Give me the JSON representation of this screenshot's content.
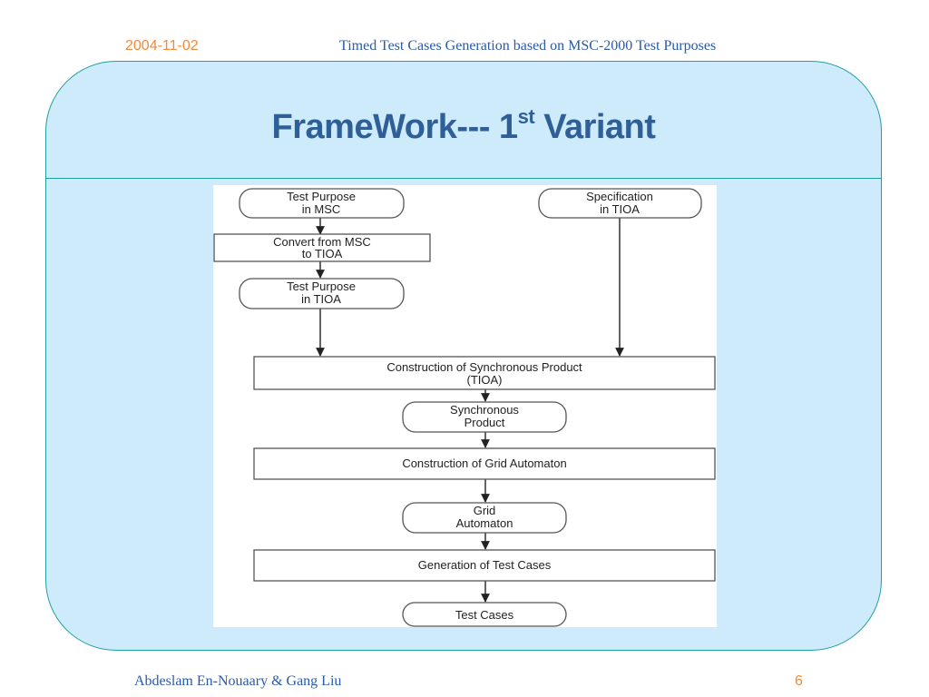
{
  "header": {
    "date": "2004-11-02",
    "talk_title": "Timed Test Cases Generation based on MSC-2000 Test Purposes"
  },
  "slide": {
    "title_main": "FrameWork--- 1",
    "title_sup": "st",
    "title_end": " Variant"
  },
  "diagram": {
    "nodes": {
      "tp_msc": {
        "line1": "Test Purpose",
        "line2": "in MSC"
      },
      "spec_tioa": {
        "line1": "Specification",
        "line2": "in TIOA"
      },
      "convert": {
        "line1": "Convert from MSC",
        "line2": "to TIOA"
      },
      "tp_tioa": {
        "line1": "Test Purpose",
        "line2": "in TIOA"
      },
      "sync_construct": {
        "line1": "Construction of Synchronous Product",
        "line2": "(TIOA)"
      },
      "sync_product": {
        "line1": "Synchronous",
        "line2": "Product"
      },
      "grid_construct": {
        "line1": "Construction of Grid Automaton"
      },
      "grid_automaton": {
        "line1": "Grid",
        "line2": "Automaton"
      },
      "gen_tests": {
        "line1": "Generation of Test Cases"
      },
      "test_cases": {
        "line1": "Test Cases"
      }
    }
  },
  "footer": {
    "authors": "Abdeslam En-Nouaary & Gang Liu",
    "page_number": "6"
  }
}
